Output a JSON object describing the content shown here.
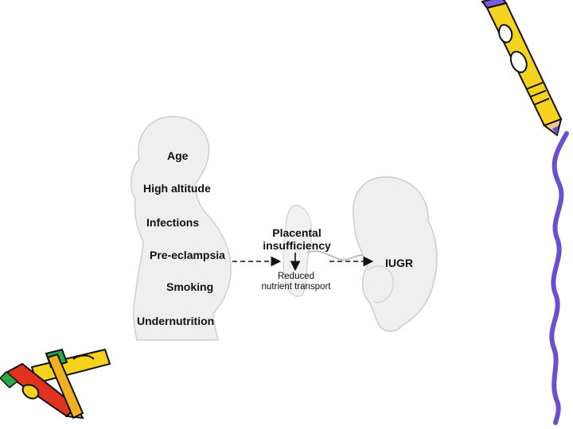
{
  "diagram": {
    "risk_factors": [
      "Age",
      "High altitude",
      "Infections",
      "Pre-eclampsia",
      "Smoking",
      "Undernutrition"
    ],
    "placenta_label_line1": "Placental",
    "placenta_label_line2": "insufficiency",
    "transport_label_line1": "Reduced",
    "transport_label_line2": "nutrient transport",
    "outcome_label": "IUGR"
  },
  "decorations": {
    "clipart": [
      "pencil-icon",
      "crayons-icon",
      "wavy-border-line"
    ],
    "colors": {
      "silhouette_fill": "#efefef",
      "silhouette_stroke": "#c8c8c8",
      "pencil_yellow": "#f5d21e",
      "pencil_purple": "#7b5cd6",
      "crayon_red": "#e0321e",
      "crayon_green": "#2aa84a",
      "border_purple": "#6a4fd0"
    }
  }
}
